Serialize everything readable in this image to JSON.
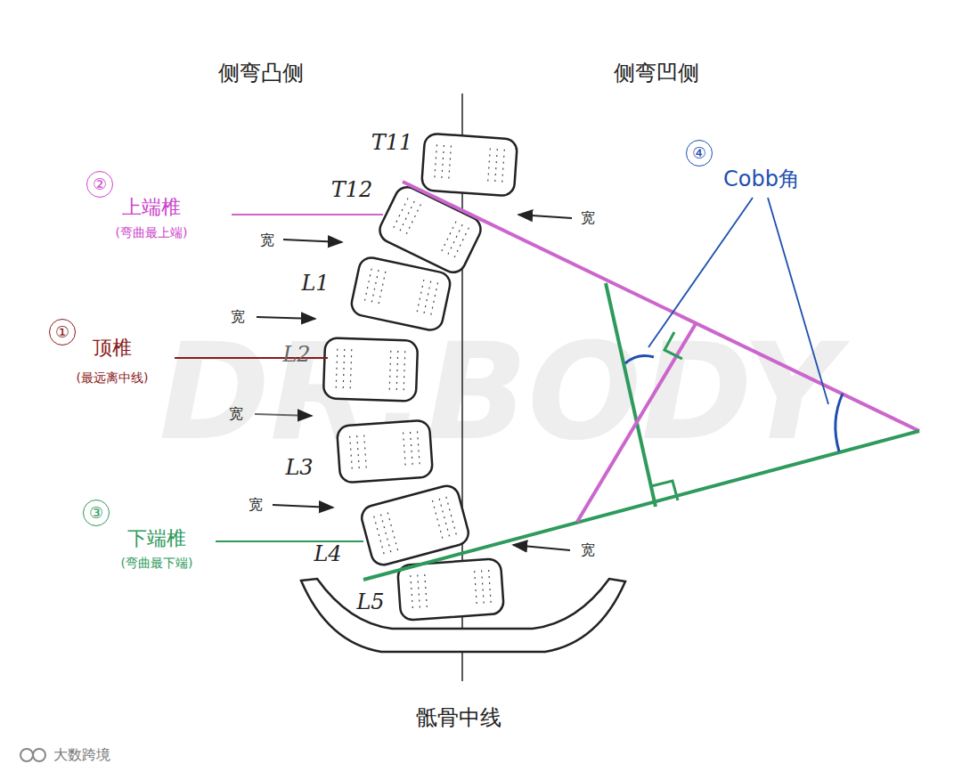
{
  "diagram": {
    "nodes": [
      {
        "text": [
          "①"
        ]
      },
      {
        "text": [
          "②"
        ]
      },
      {
        "text": [
          "③"
        ]
      },
      {
        "text": [
          "④"
        ]
      }
    ],
    "labels": [
      "侧弯凸侧",
      "侧弯凹侧",
      "T11",
      "T12",
      "L1",
      "L2",
      "L3",
      "L4",
      "L5",
      "上端椎",
      "(弯曲最上端)",
      "顶椎",
      "(最远离中线)",
      "下端椎",
      "(弯曲最下端)",
      "Cobb角",
      "宽",
      "宽",
      "宽",
      "宽",
      "宽",
      "宽",
      "骶骨中线",
      "DR.BODY",
      "大数跨境"
    ]
  }
}
